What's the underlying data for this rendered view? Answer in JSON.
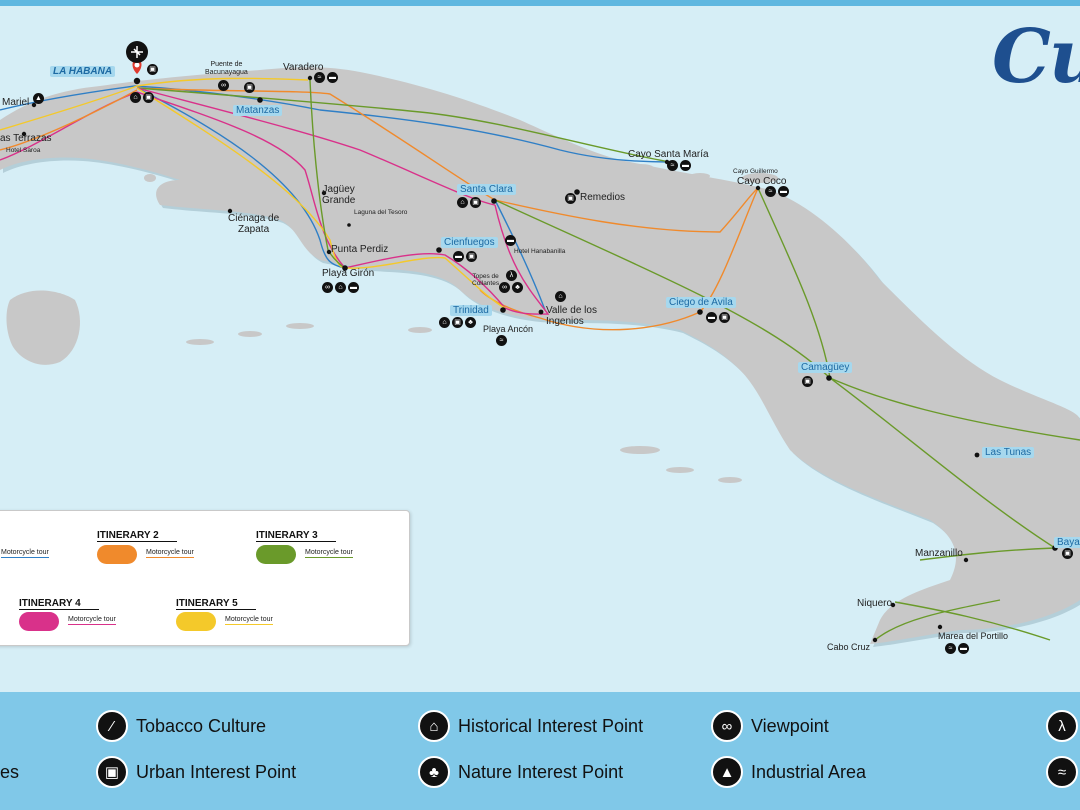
{
  "title": "Cub",
  "colors": {
    "sea": "#d6eef6",
    "land": "#c8c8c8",
    "itinerary1": "#2f7fc6",
    "itinerary2": "#f08a2c",
    "itinerary3": "#6a9a2a",
    "itinerary4": "#d9318a",
    "itinerary5": "#f4c92a",
    "tag_background": "#a6d8ee",
    "bottom_bar": "#80c8e8"
  },
  "places": {
    "la_habana": "LA HABANA",
    "mariel": "Mariel",
    "las_terrazas": "as Terrazas",
    "hotel_saroa": "Hotel Saroa",
    "puente_bacunayagua": "Puente de\nBacunayagua",
    "varadero": "Varadero",
    "matanzas": "Matanzas",
    "cayo_santa_maria": "Cayo Santa María",
    "cayo_guillermo": "Cayo Guillermo",
    "cayo_coco": "Cayo Coco",
    "santa_clara": "Santa Clara",
    "remedios": "Remedios",
    "jaguey_grande": "Jagüey\nGrande",
    "laguna_tesoro": "Laguna del Tesoro",
    "cienaga_zapata": "Ciénaga de\nZapata",
    "punta_perdiz": "Punta Perdiz",
    "playa_giron": "Playa Girón",
    "cienfuegos": "Cienfuegos",
    "hotel_hanabanilla": "Hotel Hanabanilla",
    "topes_collantes": "Topes de\nCollantes",
    "trinidad": "Trinidad",
    "valle_ingenios": "Valle de los\nIngenios",
    "playa_ancon": "Playa Ancón",
    "ciego_avila": "Ciego de Avila",
    "camaguey": "Camagüey",
    "las_tunas": "Las Tunas",
    "bayamo": "Baya",
    "manzanillo": "Manzanillo",
    "niquero": "Niquero",
    "cabo_cruz": "Cabo Cruz",
    "marea_portillo": "Marea del Portillo"
  },
  "legend": {
    "itineraries": [
      {
        "title": "ITINERARY 2",
        "tour": "Motorcycle tour",
        "color": "#f08a2c"
      },
      {
        "title": "ITINERARY 3",
        "tour": "Motorcycle tour",
        "color": "#6a9a2a"
      },
      {
        "title": "ITINERARY 4",
        "tour": "Motorcycle tour",
        "color": "#d9318a"
      },
      {
        "title": "ITINERARY 5",
        "tour": "Motorcycle tour",
        "color": "#f4c92a"
      }
    ],
    "itinerary1_tour": "Motorcycle tour",
    "itinerary1_color": "#2f7fc6"
  },
  "categories": {
    "partial_left": "es",
    "tobacco": {
      "label": "Tobacco Culture",
      "icon": "tobacco-icon"
    },
    "urban": {
      "label": "Urban Interest Point",
      "icon": "urban-icon"
    },
    "historical": {
      "label": "Historical Interest Point",
      "icon": "historical-icon"
    },
    "nature": {
      "label": "Nature Interest Point",
      "icon": "nature-icon"
    },
    "viewpoint": {
      "label": "Viewpoint",
      "icon": "binoculars-icon"
    },
    "industrial": {
      "label": "Industrial Area",
      "icon": "industrial-icon"
    }
  }
}
